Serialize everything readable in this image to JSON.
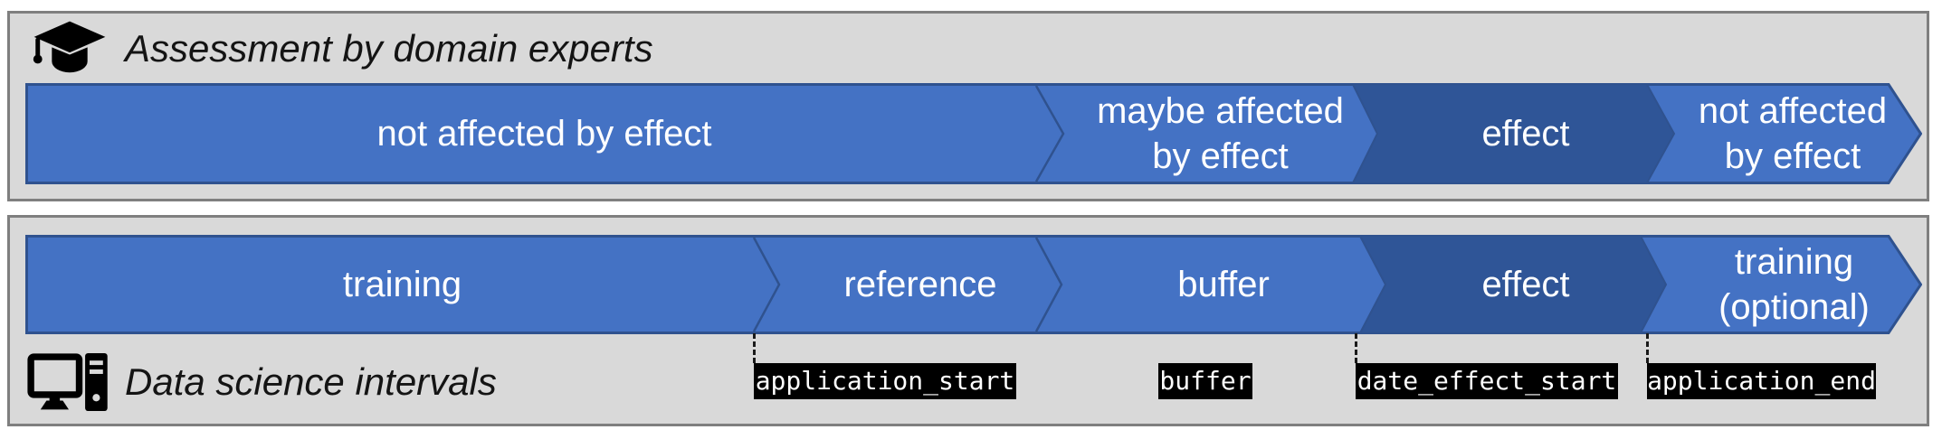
{
  "colors": {
    "panel_background": "#d9d9d9",
    "panel_border": "#7f7f7f",
    "segment_fill": "#4472c4",
    "segment_fill_dark": "#2f5597",
    "segment_outline": "#2f528f",
    "segment_text": "#ffffff",
    "interval_label_background": "#000000",
    "interval_label_text": "#ffffff"
  },
  "expert_panel": {
    "title": "Assessment by domain experts",
    "icon": "graduation-cap",
    "segments": [
      {
        "lines": [
          "not affected by effect"
        ],
        "tone": "light"
      },
      {
        "lines": [
          "maybe affected",
          "by effect"
        ],
        "tone": "light"
      },
      {
        "lines": [
          "effect"
        ],
        "tone": "dark"
      },
      {
        "lines": [
          "not affected",
          "by effect"
        ],
        "tone": "light"
      }
    ]
  },
  "ds_panel": {
    "title": "Data science intervals",
    "icon": "desktop-computer",
    "segments": [
      {
        "lines": [
          "training"
        ],
        "tone": "light"
      },
      {
        "lines": [
          "reference"
        ],
        "tone": "light"
      },
      {
        "lines": [
          "buffer"
        ],
        "tone": "light"
      },
      {
        "lines": [
          "effect"
        ],
        "tone": "dark"
      },
      {
        "lines": [
          "training",
          "(optional)"
        ],
        "tone": "light"
      }
    ],
    "interval_labels": [
      {
        "text": "application_start"
      },
      {
        "text": "buffer"
      },
      {
        "text": "date_effect_start"
      },
      {
        "text": "application_end"
      }
    ]
  }
}
